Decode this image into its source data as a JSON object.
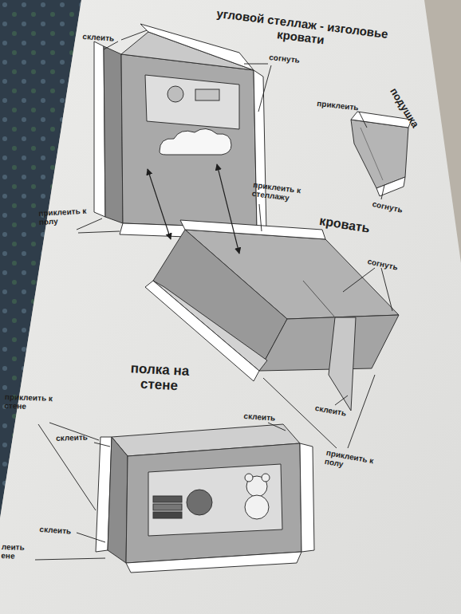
{
  "diagram": {
    "labels": [
      "угловой стеллаж - изголовье кровати",
      "склеить",
      "согнуть",
      "приклеить",
      "подушка",
      "согнуть",
      "приклеить к стеллажу",
      "приклеить к полу",
      "кровать",
      "согнуть",
      "склеить",
      "приклеить к полу",
      "полка на стене",
      "приклеить к стене",
      "склеить",
      "склеить",
      "склеить",
      "леить ене"
    ]
  }
}
